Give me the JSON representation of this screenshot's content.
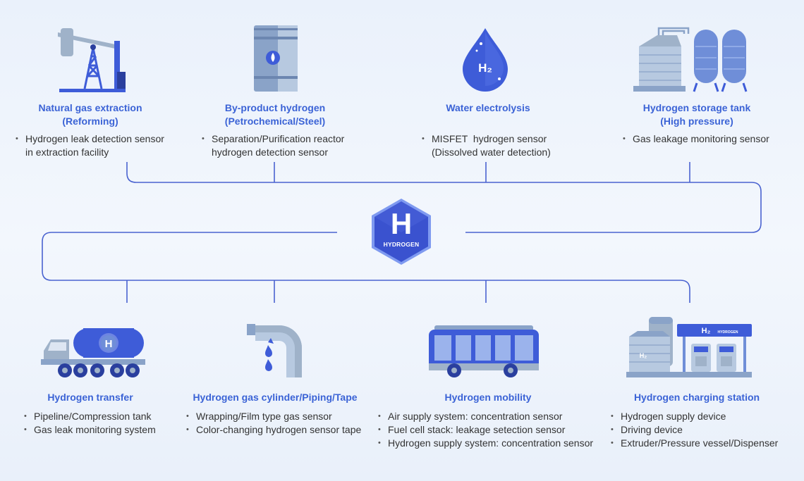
{
  "center": {
    "letter": "H",
    "label": "HYDROGEN"
  },
  "top_nodes": [
    {
      "id": "natural-gas",
      "icon": "oil-pumpjack-icon",
      "title_lines": [
        "Natural gas extraction",
        "(Reforming)"
      ],
      "bullets": [
        [
          "Hydrogen leak detection sensor",
          "in extraction facility"
        ]
      ]
    },
    {
      "id": "by-product",
      "icon": "barrel-icon",
      "title_lines": [
        "By-product hydrogen",
        "(Petrochemical/Steel)"
      ],
      "bullets": [
        [
          "Separation/Purification reactor",
          "hydrogen detection sensor"
        ]
      ]
    },
    {
      "id": "electrolysis",
      "icon": "h2-water-drop-icon",
      "icon_text": "H₂",
      "title_lines": [
        "Water electrolysis"
      ],
      "bullets": [
        [
          "MISFET  hydrogen sensor",
          "(Dissolved water detection)"
        ]
      ]
    },
    {
      "id": "storage",
      "icon": "storage-tanks-icon",
      "title_lines": [
        "Hydrogen storage tank",
        "(High pressure)"
      ],
      "bullets": [
        [
          "Gas leakage monitoring sensor"
        ]
      ]
    }
  ],
  "bottom_nodes": [
    {
      "id": "transfer",
      "icon": "tanker-truck-icon",
      "icon_text": "H",
      "title_lines": [
        "Hydrogen transfer"
      ],
      "bullets": [
        [
          "Pipeline/Compression tank"
        ],
        [
          "Gas leak monitoring system"
        ]
      ]
    },
    {
      "id": "cylinder",
      "icon": "pipe-dripping-icon",
      "title_lines": [
        "Hydrogen gas cylinder/Piping/Tape"
      ],
      "bullets": [
        [
          "Wrapping/Film type gas sensor"
        ],
        [
          "Color-changing hydrogen sensor tape"
        ]
      ]
    },
    {
      "id": "mobility",
      "icon": "bus-icon",
      "title_lines": [
        "Hydrogen mobility"
      ],
      "bullets": [
        [
          "Air supply system: concentration sensor"
        ],
        [
          "Fuel cell stack: leakage setection sensor"
        ],
        [
          "Hydrogen supply system: concentration sensor"
        ]
      ]
    },
    {
      "id": "charging",
      "icon": "charging-station-icon",
      "icon_text": "H₂",
      "icon_subtext": "HYDROGEN",
      "title_lines": [
        "Hydrogen charging station"
      ],
      "bullets": [
        [
          "Hydrogen supply device"
        ],
        [
          "Driving device"
        ],
        [
          "Extruder/Pressure vessel/Dispenser"
        ]
      ]
    }
  ],
  "colors": {
    "line": "#4a63d0",
    "title": "#3b63d6",
    "hex_fill": "#3a52cf",
    "hex_border": "#7f9af0",
    "icon_steel": "#9fb2c9",
    "icon_blue": "#3e5cd8"
  }
}
